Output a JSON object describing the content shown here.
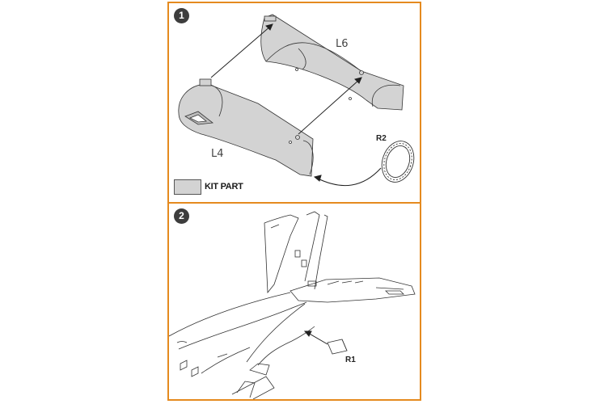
{
  "steps": [
    {
      "number": "1",
      "labels": {
        "part_l6": "L6",
        "part_l4": "L4",
        "part_r2": "R2"
      },
      "legend": {
        "text": "KIT PART",
        "swatch_color": "#d3d3d3"
      }
    },
    {
      "number": "2",
      "labels": {
        "part_r1": "R1"
      }
    }
  ],
  "colors": {
    "border": "#e58a1f",
    "kit_part_fill": "#d3d3d3",
    "line": "#333333"
  }
}
